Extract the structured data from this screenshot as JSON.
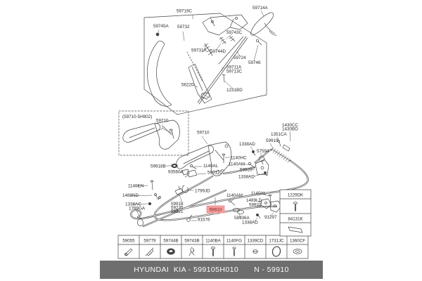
{
  "colors": {
    "line": "#454545",
    "text": "#2b2b2b",
    "highlight_bg": "#f29c9c",
    "highlight_text": "#8f2020",
    "footer_bg": "#6e6e6e",
    "footer_text": "#fafafa"
  },
  "callouts": [
    {
      "text": "59719C"
    },
    {
      "text": "59714A"
    },
    {
      "text": "59745A"
    },
    {
      "text": "59732"
    },
    {
      "text": "59743C"
    },
    {
      "text": "59731A"
    },
    {
      "text": "59744D"
    },
    {
      "text": "59724"
    },
    {
      "text": "59746"
    },
    {
      "text": "59711A"
    },
    {
      "text": "59713C"
    },
    {
      "text": "56220"
    },
    {
      "text": "1231BD"
    },
    {
      "text": "(59710-5H902)"
    },
    {
      "text": "59710"
    },
    {
      "text": "59710"
    },
    {
      "text": "59918B"
    },
    {
      "text": "93560A"
    },
    {
      "text": "1430CC"
    },
    {
      "text": "1430BD"
    },
    {
      "text": "1351CA"
    },
    {
      "text": "59919"
    },
    {
      "text": "1338AD"
    },
    {
      "text": "57594"
    },
    {
      "text": "1140HC"
    },
    {
      "text": "1140AM"
    },
    {
      "text": "59920"
    },
    {
      "text": "1338AD"
    },
    {
      "text": "1140AL"
    },
    {
      "text": "59911C"
    },
    {
      "text": "1140EN"
    },
    {
      "text": "1489ND"
    },
    {
      "text": "1338AC"
    },
    {
      "text": "1799GA"
    },
    {
      "text": "1799JD"
    },
    {
      "text": "59918"
    },
    {
      "text": "59235"
    },
    {
      "text": "59921"
    },
    {
      "text": "91576"
    },
    {
      "text": "1140AM"
    },
    {
      "text": "1140AL"
    },
    {
      "text": "1489LD"
    },
    {
      "text": "59922"
    },
    {
      "text": "58936A"
    },
    {
      "text": "1338AD"
    },
    {
      "text": "91297"
    }
  ],
  "highlight": {
    "text": "59910"
  },
  "side_table": {
    "rows": [
      {
        "code": "1229DK",
        "icon": "bolt-icon"
      },
      {
        "code": "84131K",
        "icon": "shim-plate-icon"
      }
    ]
  },
  "legend_table": {
    "columns": [
      {
        "code": "59055",
        "icon": "pin-icon"
      },
      {
        "code": "59779",
        "icon": "clip-pin-icon"
      },
      {
        "code": "59744B",
        "icon": "grommet-icon"
      },
      {
        "code": "59743B",
        "icon": "retainer-clip-icon"
      },
      {
        "code": "1140BA",
        "icon": "bolt-icon"
      },
      {
        "code": "1140FG",
        "icon": "bolt-icon"
      },
      {
        "code": "1339CD",
        "icon": "nut-icon"
      },
      {
        "code": "1731JC",
        "icon": "o-ring-icon"
      },
      {
        "code": "1360CF",
        "icon": "washer-icon"
      }
    ]
  },
  "footer": {
    "left": "HYUNDAI  KIA - 599105H010",
    "right": "N - 59910"
  }
}
